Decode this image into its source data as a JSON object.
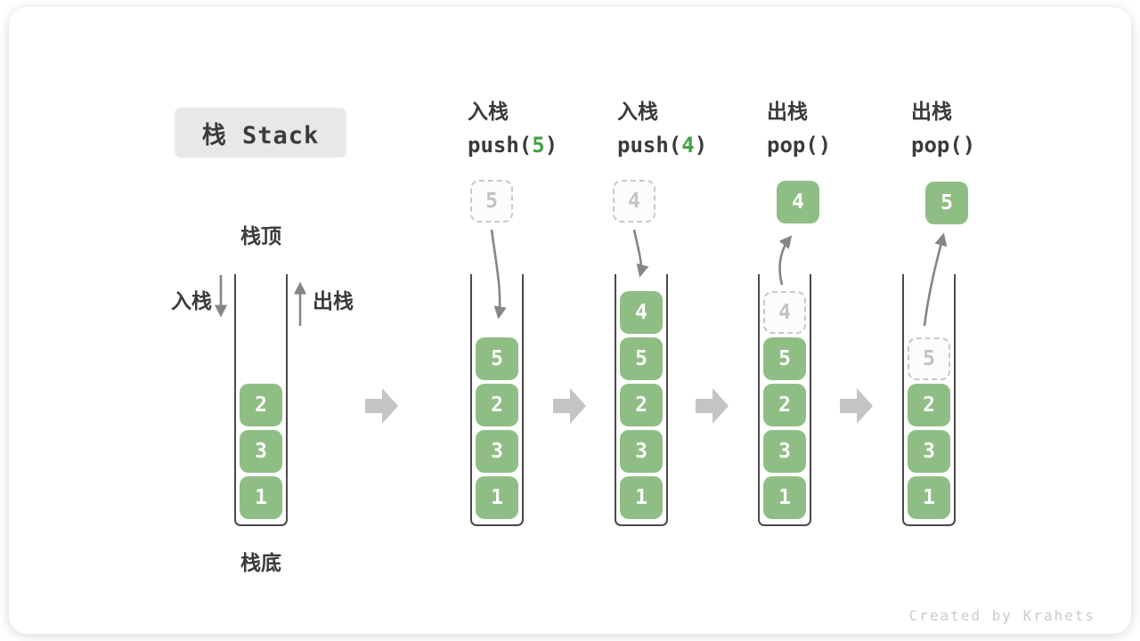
{
  "title": {
    "label": "栈 Stack"
  },
  "first_stack": {
    "top_label": "栈顶",
    "bottom_label": "栈底",
    "push_label": "入栈",
    "pop_label": "出栈"
  },
  "operations": [
    {
      "name": "入栈",
      "code_pre": "push(",
      "code_arg": "5",
      "code_post": ")"
    },
    {
      "name": "入栈",
      "code_pre": "push(",
      "code_arg": "4",
      "code_post": ")"
    },
    {
      "name": "出栈",
      "code_pre": "pop(",
      "code_arg": "",
      "code_post": ")"
    },
    {
      "name": "出栈",
      "code_pre": "pop(",
      "code_arg": "",
      "code_post": ")"
    }
  ],
  "stacks": [
    {
      "items": [
        "2",
        "3",
        "1"
      ]
    },
    {
      "pushed_value": "5",
      "items": [
        "5",
        "2",
        "3",
        "1"
      ]
    },
    {
      "pushed_value": "4",
      "items": [
        "4",
        "5",
        "2",
        "3",
        "1"
      ]
    },
    {
      "popped_value": "4",
      "ghost_value": "4",
      "items": [
        "5",
        "2",
        "3",
        "1"
      ]
    },
    {
      "popped_value": "5",
      "ghost_value": "5",
      "items": [
        "2",
        "3",
        "1"
      ]
    }
  ],
  "watermark": "Created by Krahets",
  "colors": {
    "box_green": "#8FBE84",
    "arg_green": "#43A047",
    "arrow_gray": "#868686",
    "block_arrow": "#C4C4C4",
    "ghost_border": "#C9C9C9",
    "ghost_text": "#C2C2C2",
    "wall_color": "#4A4A4A",
    "label_color": "#3B3B3B",
    "title_bg": "#E8E8E8",
    "watermark_color": "#CBCBCB"
  }
}
